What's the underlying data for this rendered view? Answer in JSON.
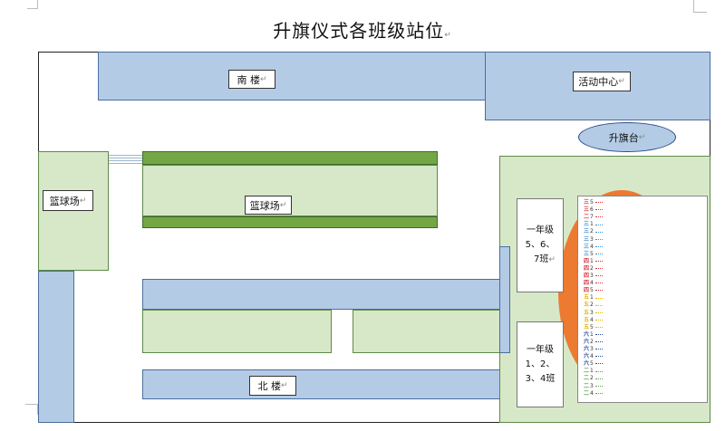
{
  "title": "升旗仪式各班级站位",
  "return_mark": "↵",
  "buildings": {
    "south": "南  楼",
    "north": "北 楼",
    "activity_center": "活动中心",
    "flag_platform": "升旗台",
    "court_left": "篮球场",
    "court_center": "篮球场"
  },
  "grade_one_upper": {
    "line1": "一年级",
    "line2": "5、6、",
    "line3": "7班"
  },
  "grade_one_lower": {
    "line1": "一年级",
    "line2": "1、2、",
    "line3": "3、4班"
  },
  "roster": [
    {
      "grade": "三",
      "num": "5",
      "color": "#d8343c"
    },
    {
      "grade": "三",
      "num": "6",
      "color": "#d8343c"
    },
    {
      "grade": "二",
      "num": "7",
      "color": "#d8343c"
    },
    {
      "grade": "三",
      "num": "1",
      "color": "#3d8ed8"
    },
    {
      "grade": "三",
      "num": "2",
      "color": "#3d8ed8"
    },
    {
      "grade": "三",
      "num": "3",
      "color": "#3d8ed8"
    },
    {
      "grade": "三",
      "num": "4",
      "color": "#3d8ed8"
    },
    {
      "grade": "三",
      "num": "5",
      "color": "#3d8ed8"
    },
    {
      "grade": "四",
      "num": "1",
      "color": "#d8343c"
    },
    {
      "grade": "四",
      "num": "2",
      "color": "#d8343c"
    },
    {
      "grade": "四",
      "num": "3",
      "color": "#d8343c"
    },
    {
      "grade": "四",
      "num": "4",
      "color": "#d8343c"
    },
    {
      "grade": "四",
      "num": "5",
      "color": "#d8343c"
    },
    {
      "grade": "五",
      "num": "1",
      "color": "#e8b400"
    },
    {
      "grade": "五",
      "num": "2",
      "color": "#e8b400"
    },
    {
      "grade": "五",
      "num": "3",
      "color": "#e8b400"
    },
    {
      "grade": "五",
      "num": "4",
      "color": "#e8b400"
    },
    {
      "grade": "五",
      "num": "5",
      "color": "#e8b400"
    },
    {
      "grade": "六",
      "num": "1",
      "color": "#2b4d9c"
    },
    {
      "grade": "六",
      "num": "2",
      "color": "#2b4d9c"
    },
    {
      "grade": "六",
      "num": "3",
      "color": "#2b4d9c"
    },
    {
      "grade": "六",
      "num": "4",
      "color": "#2b4d9c"
    },
    {
      "grade": "六",
      "num": "5",
      "color": "#2b4d9c"
    },
    {
      "grade": "二",
      "num": "1",
      "color": "#5aa04a"
    },
    {
      "grade": "二",
      "num": "2",
      "color": "#5aa04a"
    },
    {
      "grade": "二",
      "num": "3",
      "color": "#5aa04a"
    },
    {
      "grade": "二",
      "num": "4",
      "color": "#5aa04a"
    }
  ],
  "colors": {
    "building_blue": "#b4cbe6",
    "field_green": "#d7e8c8",
    "court_band_green": "#74a645",
    "assembly_orange": "#ec7a30"
  }
}
